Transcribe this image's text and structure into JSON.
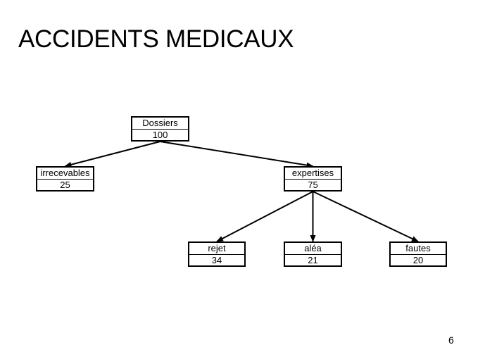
{
  "slide": {
    "title": "ACCIDENTS MEDICAUX",
    "page_number": "6"
  },
  "tree": {
    "root": {
      "label": "Dossiers",
      "value": "100"
    },
    "irrecevables": {
      "label": "irrecevables",
      "value": "25"
    },
    "expertises": {
      "label": "expertises",
      "value": "75"
    },
    "rejet": {
      "label": "rejet",
      "value": "34"
    },
    "alea": {
      "label": "aléa",
      "value": "21"
    },
    "fautes": {
      "label": "fautes",
      "value": "20"
    },
    "edges": [
      [
        "root",
        "irrecevables"
      ],
      [
        "root",
        "expertises"
      ],
      [
        "expertises",
        "rejet"
      ],
      [
        "expertises",
        "alea"
      ],
      [
        "expertises",
        "fautes"
      ]
    ]
  },
  "colors": {
    "line": "#000000",
    "background": "#ffffff"
  }
}
